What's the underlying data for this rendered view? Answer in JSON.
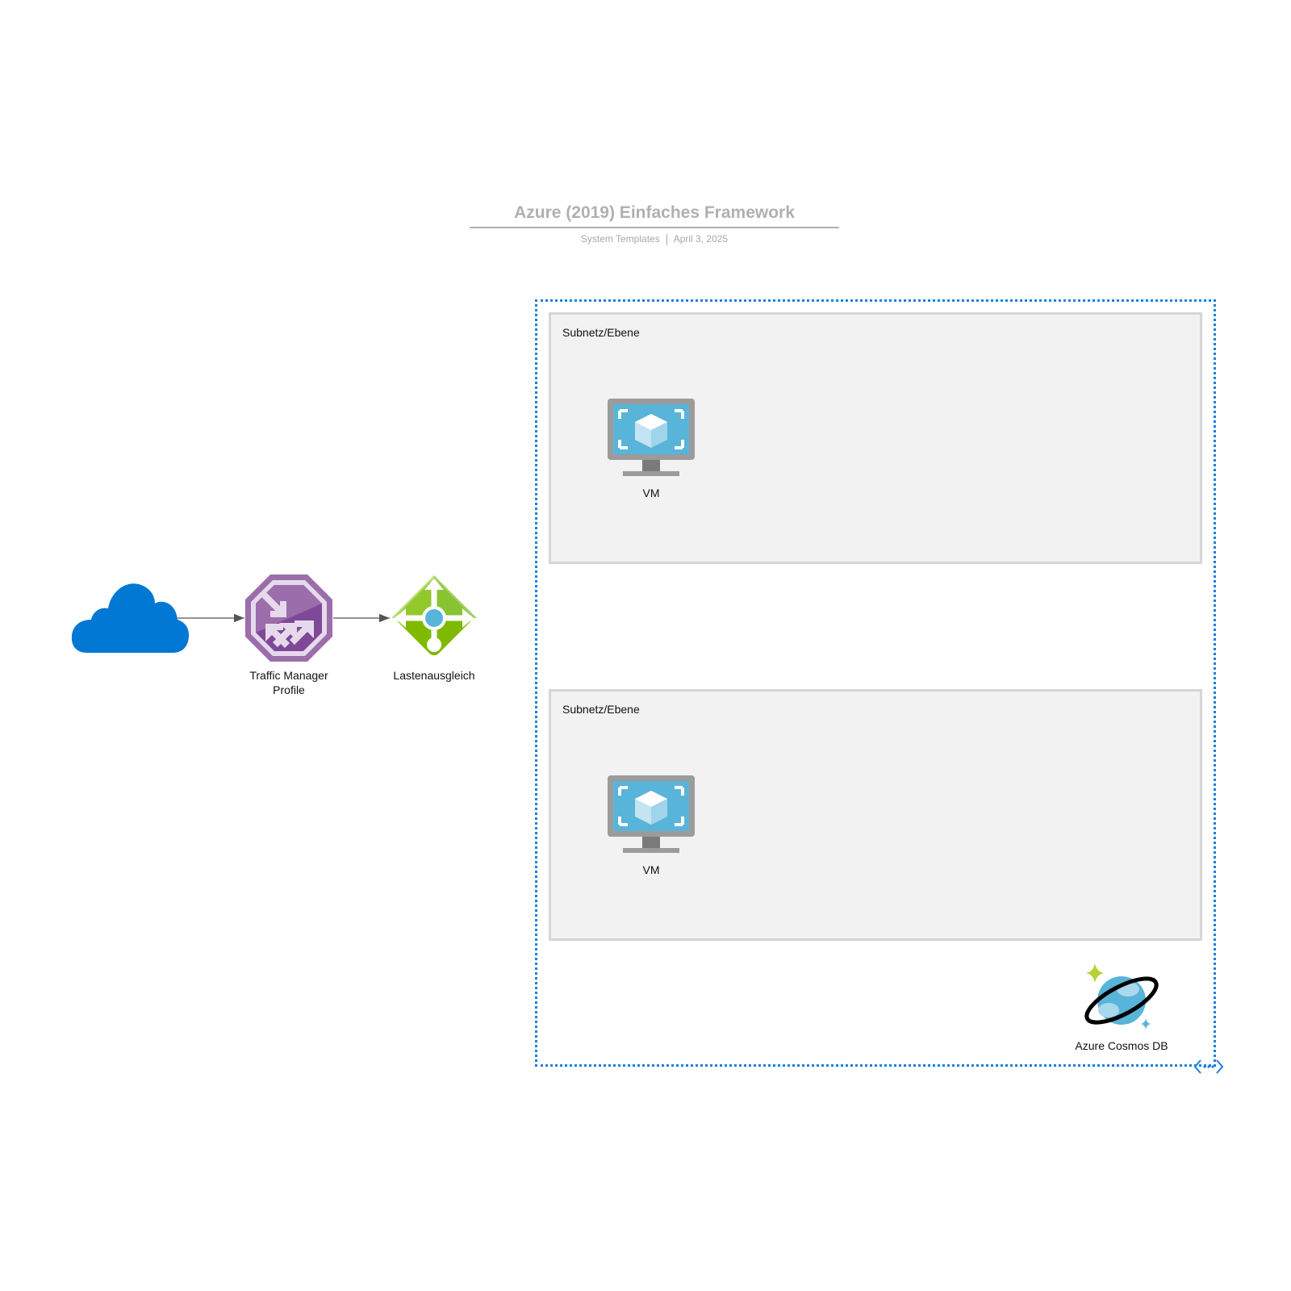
{
  "header": {
    "title": "Azure (2019) Einfaches Framework",
    "source": "System Templates",
    "date": "April 3, 2025"
  },
  "nodes": {
    "traffic_manager": "Traffic Manager Profile",
    "traffic_manager_line1": "Traffic Manager",
    "traffic_manager_line2": "Profile",
    "load_balancer": "Lastenausgleich",
    "cosmos_db": "Azure Cosmos DB"
  },
  "subnets": [
    {
      "label": "Subnetz/Ebene",
      "vm_label": "VM"
    },
    {
      "label": "Subnetz/Ebene",
      "vm_label": "VM"
    }
  ],
  "colors": {
    "vnet_border": "#1a7fe0",
    "cloud": "#0078d4",
    "traffic_manager": "#804998",
    "load_balancer": "#7fba00",
    "vm_screen": "#59b4d9"
  }
}
